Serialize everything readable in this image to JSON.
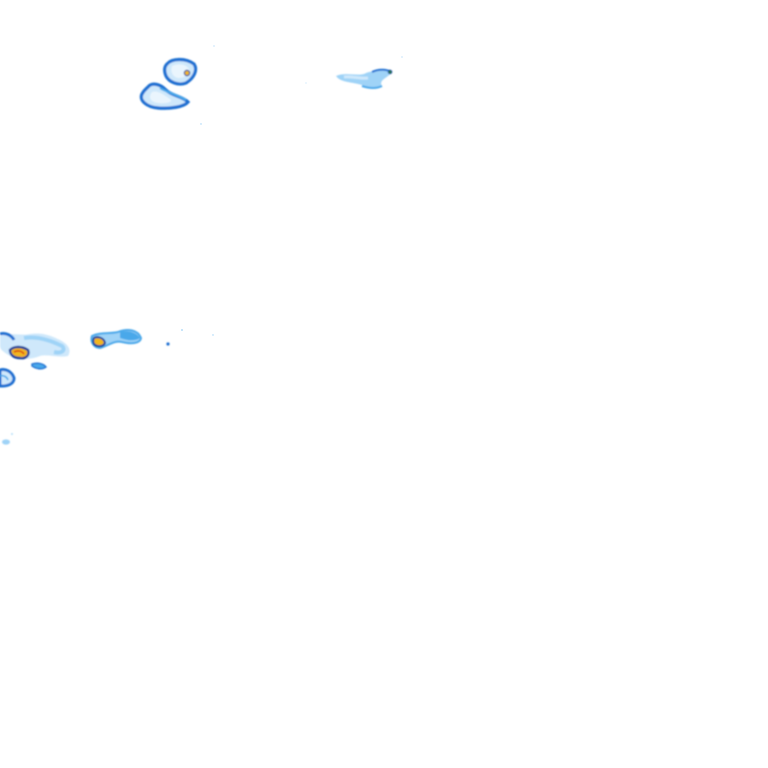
{
  "map": {
    "kind": "precipitation-radar-tile",
    "background": "#ffffff",
    "legend_palette": {
      "very_light": "#cfe8fb",
      "light": "#9fd3f7",
      "medium": "#4aa8ea",
      "heavy": "#1f6fd1",
      "very_heavy": "#0d3f9a",
      "core_green": "#2e7d32",
      "core_yellow": "#f2b61c",
      "core_red": "#d84315"
    },
    "cells": [
      {
        "name": "cell-north-west",
        "intensity": "heavy",
        "has_core": true
      },
      {
        "name": "cell-north-east",
        "intensity": "light",
        "has_core": true
      },
      {
        "name": "cell-west-main",
        "intensity": "heavy",
        "has_core": true
      },
      {
        "name": "cell-west-small",
        "intensity": "heavy",
        "has_core": true
      },
      {
        "name": "cell-west-edge",
        "intensity": "heavy",
        "has_core": false
      },
      {
        "name": "cell-south-west-speck",
        "intensity": "very_light",
        "has_core": false
      }
    ]
  }
}
